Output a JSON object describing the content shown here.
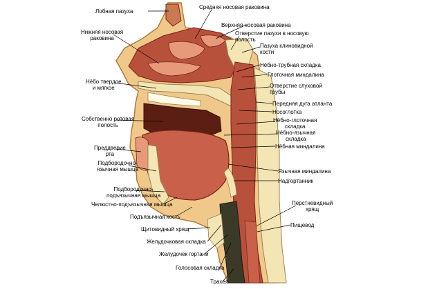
{
  "figure": {
    "labels": [
      {
        "id": "frontal-sinus",
        "text": "Лобная пазуха"
      },
      {
        "id": "middle-concha",
        "text": "Средняя носовая раковина"
      },
      {
        "id": "superior-concha",
        "text": "Верхняя носовая раковина"
      },
      {
        "id": "inferior-concha",
        "text": "Нижняя носовая\nраковина"
      },
      {
        "id": "sinus-opening",
        "text": "Отверстие пазухи в носовую\nполость"
      },
      {
        "id": "sphenoid-sinus",
        "text": "Пазуха клиновидной\nкости"
      },
      {
        "id": "salpingopalatine-fold",
        "text": "Нёбно-трубная складка"
      },
      {
        "id": "pharyngeal-tonsil",
        "text": "Глоточная миндалина"
      },
      {
        "id": "hard-soft-palate",
        "text": "Нёбо твердое\nи мягкое"
      },
      {
        "id": "auditory-tube-opening",
        "text": "Отверстие слуховой\nтрубы"
      },
      {
        "id": "atlas-arch",
        "text": "Передняя дуга атланта"
      },
      {
        "id": "nasopharynx",
        "text": "Носоглотка"
      },
      {
        "id": "oral-cavity-proper",
        "text": "Собственно ротовая\nполость"
      },
      {
        "id": "palatopharyngeal-fold",
        "text": "Нёбно-глоточная\nскладка"
      },
      {
        "id": "palatoglossal-fold",
        "text": "Нёбно-язычная\nскладка"
      },
      {
        "id": "palatine-tonsil",
        "text": "Нёбная миндалина"
      },
      {
        "id": "oral-vestibule",
        "text": "Преддверие\nрта"
      },
      {
        "id": "geniohyoid-muscle",
        "text": "Подбородочно-\nязычная мышца"
      },
      {
        "id": "lingual-tonsil",
        "text": "Язычная миндалина"
      },
      {
        "id": "epiglottis",
        "text": "Надгортанник"
      },
      {
        "id": "geniohyoid-muscle-2",
        "text": "Подбородочно-\nподъязычная мышца"
      },
      {
        "id": "mylohyoid-muscle",
        "text": "Челюстно-подъязычная мышца"
      },
      {
        "id": "arytenoid-cartilage",
        "text": "Перстневидный\nхрящ"
      },
      {
        "id": "hyoid-bone",
        "text": "Подъязычная кость"
      },
      {
        "id": "esophagus",
        "text": "Пищевод"
      },
      {
        "id": "thyroid-cartilage",
        "text": "Щитовидный хрящ"
      },
      {
        "id": "ventricular-fold",
        "text": "Желудочковая складка"
      },
      {
        "id": "laryngeal-ventricle",
        "text": "Желудочек гортани"
      },
      {
        "id": "vocal-fold",
        "text": "Голосовая складка"
      },
      {
        "id": "trachea",
        "text": "Трахея"
      }
    ]
  },
  "colors": {
    "skin": "#f0c98a",
    "skin_edge": "#b07a3a",
    "muscle": "#b8513c",
    "muscle_dark": "#7a2418",
    "tongue": "#c9604a",
    "bone": "#f3e6b4",
    "bone_edge": "#9a8250",
    "cavity": "#5a1e12",
    "mucosa": "#e79a7a",
    "airway": "#3b3a28",
    "leader": "#000000"
  }
}
